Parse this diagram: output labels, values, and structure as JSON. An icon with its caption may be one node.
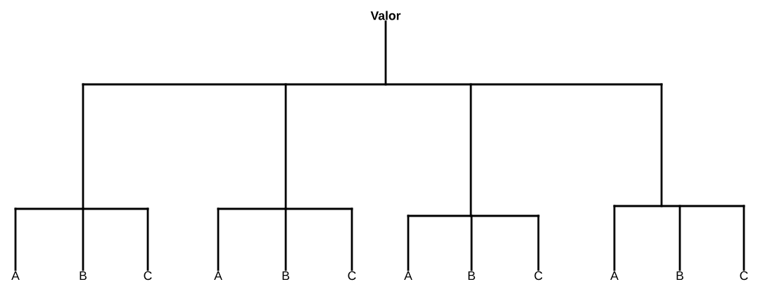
{
  "diagram": {
    "nodes": [
      {
        "text": [
          "Valor"
        ]
      },
      {
        "text": [
          "A"
        ]
      },
      {
        "text": [
          "B"
        ]
      },
      {
        "text": [
          "C"
        ]
      },
      {
        "text": [
          "A"
        ]
      },
      {
        "text": [
          "B"
        ]
      },
      {
        "text": [
          "C"
        ]
      },
      {
        "text": [
          "A"
        ]
      },
      {
        "text": [
          "B"
        ]
      },
      {
        "text": [
          "C"
        ]
      },
      {
        "text": [
          "A"
        ]
      },
      {
        "text": [
          "B"
        ]
      },
      {
        "text": [
          "C"
        ]
      }
    ],
    "edges": [
      {
        "from": 0,
        "to": 1,
        "arrow": "none"
      },
      {
        "from": 0,
        "to": 2,
        "arrow": "none"
      },
      {
        "from": 0,
        "to": 3,
        "arrow": "none"
      },
      {
        "from": 0,
        "to": 4,
        "arrow": "none"
      },
      {
        "from": 0,
        "to": 5,
        "arrow": "none"
      },
      {
        "from": 0,
        "to": 6,
        "arrow": "none"
      },
      {
        "from": 0,
        "to": 7,
        "arrow": "none"
      },
      {
        "from": 0,
        "to": 8,
        "arrow": "none"
      },
      {
        "from": 0,
        "to": 9,
        "arrow": "none"
      },
      {
        "from": 0,
        "to": 10,
        "arrow": "none"
      },
      {
        "from": 0,
        "to": 11,
        "arrow": "none"
      },
      {
        "from": 0,
        "to": 12,
        "arrow": "none"
      }
    ]
  }
}
